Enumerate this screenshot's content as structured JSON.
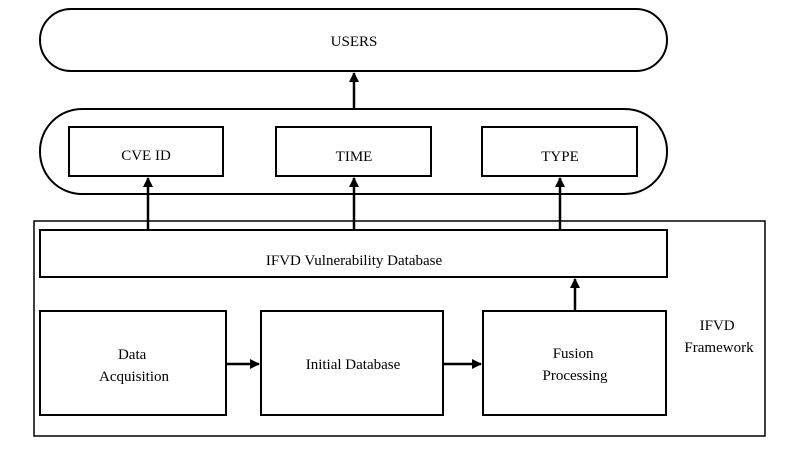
{
  "users": {
    "label": "USERS"
  },
  "attributes": [
    {
      "label": "CVE ID"
    },
    {
      "label": "TIME"
    },
    {
      "label": "TYPE"
    }
  ],
  "database": {
    "label": "IFVD Vulnerability Database"
  },
  "pipeline": {
    "data_acquisition": [
      "Data",
      "Acquisition"
    ],
    "initial_database": "Initial Database",
    "fusion_processing": [
      "Fusion",
      "Processing"
    ]
  },
  "framework": {
    "label_lines": [
      "IFVD",
      "Framework"
    ]
  },
  "colors": {
    "stroke": "#000000",
    "fill": "#ffffff",
    "background": "#ffffff"
  }
}
